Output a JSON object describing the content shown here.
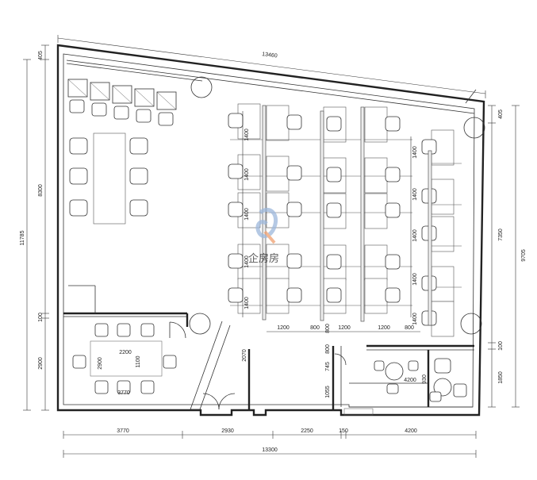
{
  "drawing": {
    "dimensions": {
      "top_overall": "13460",
      "left_top": "405",
      "left_overall": "11785",
      "left_meeting": "8300",
      "left_gap": "100",
      "left_bottom": "2900",
      "right_top": "405",
      "right_middle": "7350",
      "right_overall": "9705",
      "right_gap": "100",
      "right_bottom": "1850",
      "bottom_row": [
        "3770",
        "2930",
        "2250",
        "150",
        "4200"
      ],
      "bottom_overall": "13300",
      "desk_rows": [
        "1400",
        "1400",
        "1400",
        "1400",
        "1400"
      ],
      "desk_rows_right": [
        "1400",
        "1400",
        "1400",
        "1400",
        "1400"
      ],
      "desk_cols": [
        "1200",
        "800",
        "1200",
        "1200",
        "800"
      ],
      "small_room_width": "2200",
      "small_room_height": "2900",
      "small_room_inner": "1100",
      "small_room_depth": "3770",
      "corridor": "2070",
      "corridor_right": [
        "800",
        "800",
        "745",
        "1055"
      ],
      "right_room_width": "4200",
      "right_room_depth": "930"
    },
    "watermark_text": "企房房",
    "colors": {
      "line": "#222222",
      "watermark_blue": "#9db8dc",
      "watermark_orange": "#f0a070"
    }
  }
}
